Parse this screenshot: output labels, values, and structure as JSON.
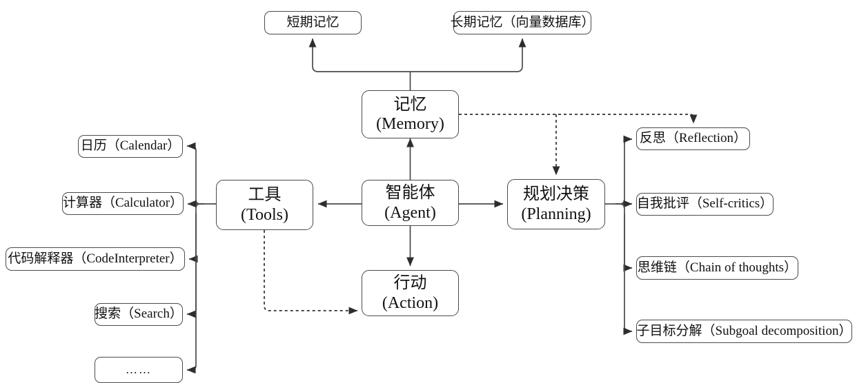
{
  "diagram": {
    "title": "LLM Agent architecture diagram",
    "stroke_color": "#4a4a4a",
    "text_color": "#111111",
    "background": "#ffffff"
  },
  "nodes": {
    "agent": {
      "cn": "智能体",
      "en": "(Agent)"
    },
    "memory": {
      "cn": "记忆",
      "en": "(Memory)"
    },
    "tools": {
      "cn": "工具",
      "en": "(Tools)"
    },
    "planning": {
      "cn": "规划决策",
      "en": "(Planning)"
    },
    "action": {
      "cn": "行动",
      "en": "(Action)"
    },
    "short_term_memory": {
      "label": "短期记忆"
    },
    "long_term_memory": {
      "label": "长期记忆（向量数据库）"
    }
  },
  "tools_list": [
    {
      "label": "日历（Calendar）"
    },
    {
      "label": "计算器（Calculator）"
    },
    {
      "label": "代码解释器（CodeInterpreter）"
    },
    {
      "label": "搜索（Search）"
    },
    {
      "label": "……"
    }
  ],
  "planning_list": [
    {
      "label": "反思（Reflection）"
    },
    {
      "label": "自我批评（Self-critics）"
    },
    {
      "label": "思维链（Chain of thoughts）"
    },
    {
      "label": "子目标分解（Subgoal decomposition）"
    }
  ],
  "chart_data": {
    "type": "diagram",
    "title": "智能体（Agent）架构图",
    "nodes": [
      "智能体（Agent）",
      "记忆（Memory）",
      "工具（Tools）",
      "规划决策（Planning）",
      "行动（Action）",
      "短期记忆",
      "长期记忆（向量数据库）",
      "日历（Calendar）",
      "计算器（Calculator）",
      "代码解释器（CodeInterpreter）",
      "搜索（Search）",
      "……",
      "反思（Reflection）",
      "自我批评（Self-critics）",
      "思维链（Chain of thoughts）",
      "子目标分解（Subgoal decomposition）"
    ],
    "edges": [
      {
        "from": "智能体（Agent）",
        "to": "记忆（Memory）",
        "style": "solid"
      },
      {
        "from": "智能体（Agent）",
        "to": "工具（Tools）",
        "style": "solid"
      },
      {
        "from": "智能体（Agent）",
        "to": "规划决策（Planning）",
        "style": "solid"
      },
      {
        "from": "智能体（Agent）",
        "to": "行动（Action）",
        "style": "solid"
      },
      {
        "from": "记忆（Memory）",
        "to": "短期记忆",
        "style": "solid"
      },
      {
        "from": "记忆（Memory）",
        "to": "长期记忆（向量数据库）",
        "style": "solid"
      },
      {
        "from": "工具（Tools）",
        "to": "日历（Calendar）",
        "style": "solid"
      },
      {
        "from": "工具（Tools）",
        "to": "计算器（Calculator）",
        "style": "solid"
      },
      {
        "from": "工具（Tools）",
        "to": "代码解释器（CodeInterpreter）",
        "style": "solid"
      },
      {
        "from": "工具（Tools）",
        "to": "搜索（Search）",
        "style": "solid"
      },
      {
        "from": "工具（Tools）",
        "to": "……",
        "style": "solid"
      },
      {
        "from": "规划决策（Planning）",
        "to": "反思（Reflection）",
        "style": "solid"
      },
      {
        "from": "规划决策（Planning）",
        "to": "自我批评（Self-critics）",
        "style": "solid"
      },
      {
        "from": "规划决策（Planning）",
        "to": "思维链（Chain of thoughts）",
        "style": "solid"
      },
      {
        "from": "规划决策（Planning）",
        "to": "子目标分解（Subgoal decomposition）",
        "style": "solid"
      },
      {
        "from": "记忆（Memory）",
        "to": "规划决策（Planning）",
        "style": "dotted"
      },
      {
        "from": "记忆（Memory）",
        "to": "反思（Reflection）",
        "style": "dotted"
      },
      {
        "from": "工具（Tools）",
        "to": "行动（Action）",
        "style": "dotted"
      }
    ]
  }
}
